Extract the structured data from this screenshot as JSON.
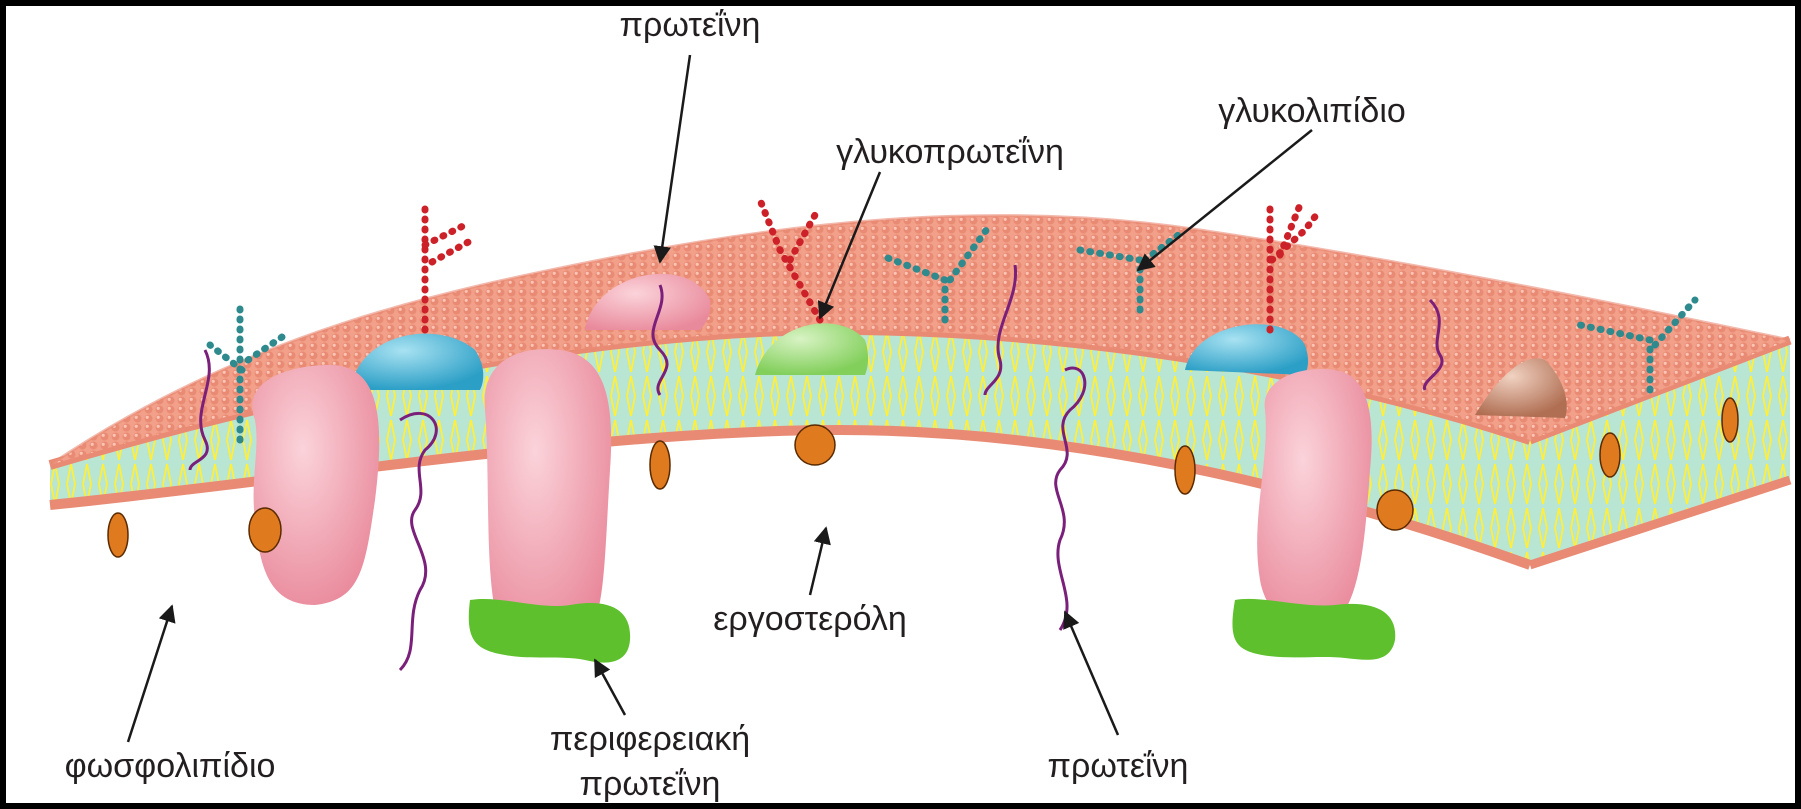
{
  "labels": {
    "protein_top": "πρωτεΐνη",
    "glycoprotein": "γλυκοπρωτεΐνη",
    "glycolipid": "γλυκολιπίδιο",
    "ergosterol": "εργοστερόλη",
    "phospholipid": "φωσφολιπίδιο",
    "peripheral_protein_line1": "περιφερειακή",
    "peripheral_protein_line2": "πρωτεΐνη",
    "protein_bottom": "πρωτεΐνη"
  },
  "colors": {
    "frame": "#000000",
    "background": "#ffffff",
    "membrane_surface": "#f2a08a",
    "head_dot": "#e98b74",
    "bilayer_core": "#b9e6d2",
    "lipid_tail": "#ffef3a",
    "integral_protein": "#f3a7b4",
    "peripheral_protein": "#5dc02c",
    "glycoprotein_body": "#a6e08a",
    "blue_protein": "#4bb5d6",
    "brown_protein": "#c98a6e",
    "red_chain": "#cc2128",
    "teal_chain": "#2f8a8e",
    "ergosterol": "#e07a1f",
    "protein_strand": "#7a1f7a",
    "label_text": "#231f20",
    "arrow": "#1a1a1a"
  }
}
